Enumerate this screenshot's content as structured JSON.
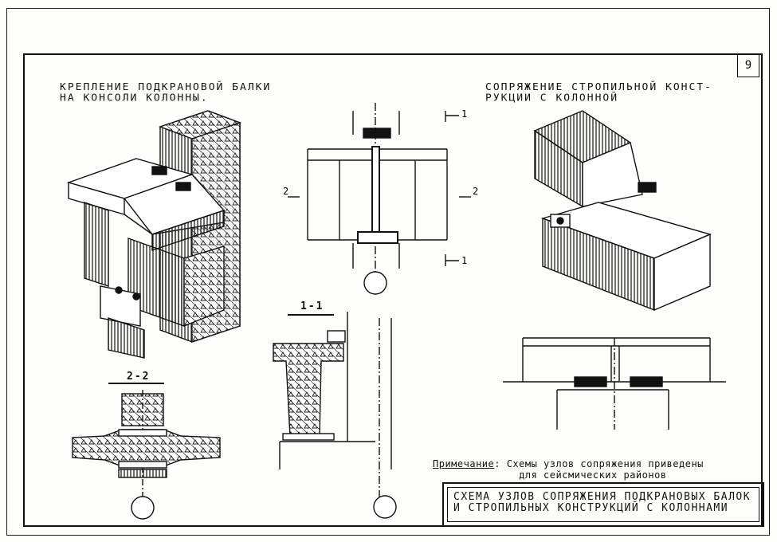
{
  "sheet": {
    "number": "9",
    "title_left": "КРЕПЛЕНИЕ ПОДКРАНОВОЙ БАЛКИ\nНА КОНСОЛИ КОЛОННЫ.",
    "title_right": "СОПРЯЖЕНИЕ СТРОПИЛЬНОЙ КОНСТ-\nРУКЦИИ С КОЛОННОЙ",
    "section_1_1": "1-1",
    "section_2_2": "2-2",
    "cut_marks": {
      "one": "1",
      "two": "2"
    },
    "note_label": "Примечание",
    "note_text": ": Схемы узлов сопряжения приведены\n              для сейсмических районов",
    "stamp": "СХЕМА УЗЛОВ СОПРЯЖЕНИЯ ПОДКРАНОВЫХ БАЛОК\nИ СТРОПИЛЬНЫХ КОНСТРУКЦИЙ С КОЛОННАМИ"
  }
}
